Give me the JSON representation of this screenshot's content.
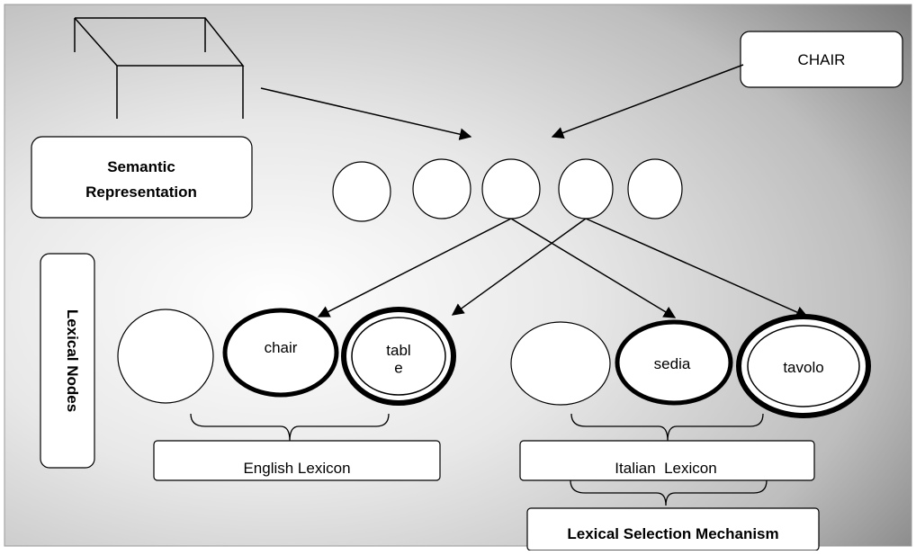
{
  "labels": {
    "chair_concept": "CHAIR",
    "semantic_representation": [
      "Semantic",
      "Representation"
    ],
    "lexical_nodes": "Lexical Nodes",
    "english_lexicon": "English Lexicon",
    "italian_lexicon": "Italian  Lexicon",
    "lexical_selection": "Lexical Selection Mechanism"
  },
  "lexical_nodes": {
    "english": [
      "",
      "chair",
      "tabl\ne"
    ],
    "italian": [
      "",
      "sedia",
      "tavolo"
    ]
  },
  "colors": {
    "background_light": "#ffffff",
    "background_dark": "#6b6b6b",
    "stroke": "#000000",
    "node_fill": "#ffffff"
  }
}
